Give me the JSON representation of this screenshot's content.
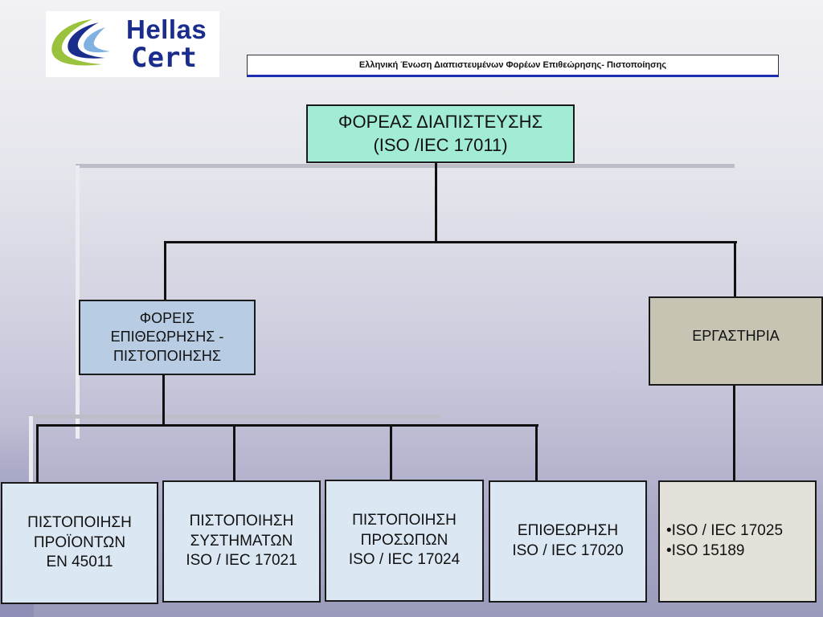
{
  "logo": {
    "word1": "Hellas",
    "word2": "Cert"
  },
  "header": {
    "title": "Ελληνική Ένωση Διαπιστευμένων Φορέων Επιθεώρησης- Πιστοποίησης"
  },
  "org": {
    "root": {
      "label": "ΦΟΡΕΑΣ ΔΙΑΠΙΣΤΕΥΣΗΣ\n(ISO /IEC 17011)"
    },
    "inspection_bodies": {
      "label": "ΦΟΡΕΙΣ\nΕΠΙΘΕΩΡΗΣΗΣ -\nΠΙΣΤΟΠΟΙΗΣΗΣ"
    },
    "laboratories": {
      "label": "ΕΡΓΑΣΤΗΡΙΑ"
    },
    "leaves": [
      {
        "label": "ΠΙΣΤΟΠΟΙΗΣΗ\nΠΡΟΪΟΝΤΩΝ\nEN 45011"
      },
      {
        "label": "ΠΙΣΤΟΠΟΙΗΣΗ\nΣΥΣΤΗΜΑΤΩΝ\nISO / IEC 17021"
      },
      {
        "label": "ΠΙΣΤΟΠΟΙΗΣΗ\nΠΡΟΣΩΠΩΝ\nISO / IEC 17024"
      },
      {
        "label": "ΕΠΙΘΕΩΡΗΣΗ\nISO / IEC 17020"
      },
      {
        "label": "•ISO / IEC 17025\n•ISO 15189"
      }
    ]
  }
}
